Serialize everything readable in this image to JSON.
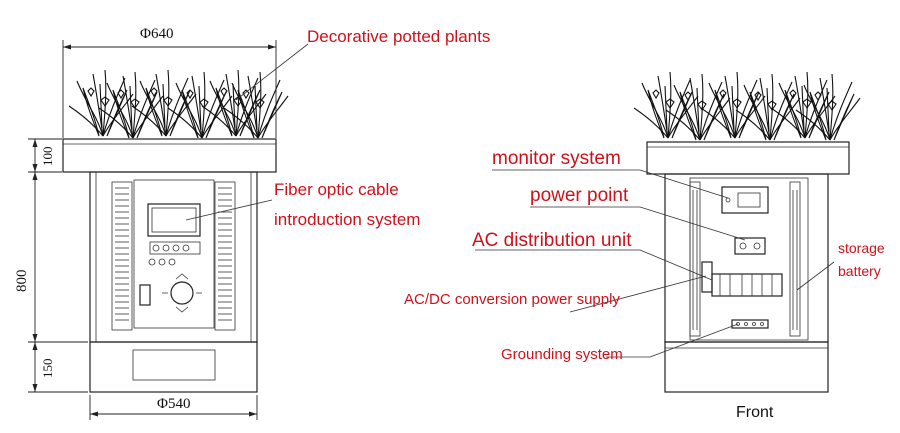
{
  "left_view": {
    "dim_top_width": "Φ640",
    "dim_bottom_width": "Φ540",
    "dim_planter_height": "100",
    "dim_body_height": "800",
    "dim_base_height": "150"
  },
  "labels": {
    "plants": "Decorative potted plants",
    "fiber_line1": "Fiber optic cable",
    "fiber_line2": "introduction system",
    "monitor": "monitor system",
    "power_point": "power point",
    "ac_dist": "AC distribution unit",
    "acdc": "AC/DC conversion power supply",
    "grounding": "Grounding system",
    "storage_line1": "storage",
    "storage_line2": "battery"
  },
  "captions": {
    "front": "Front"
  },
  "colors": {
    "label_red": "#d0101a",
    "line_dark": "#222222"
  }
}
